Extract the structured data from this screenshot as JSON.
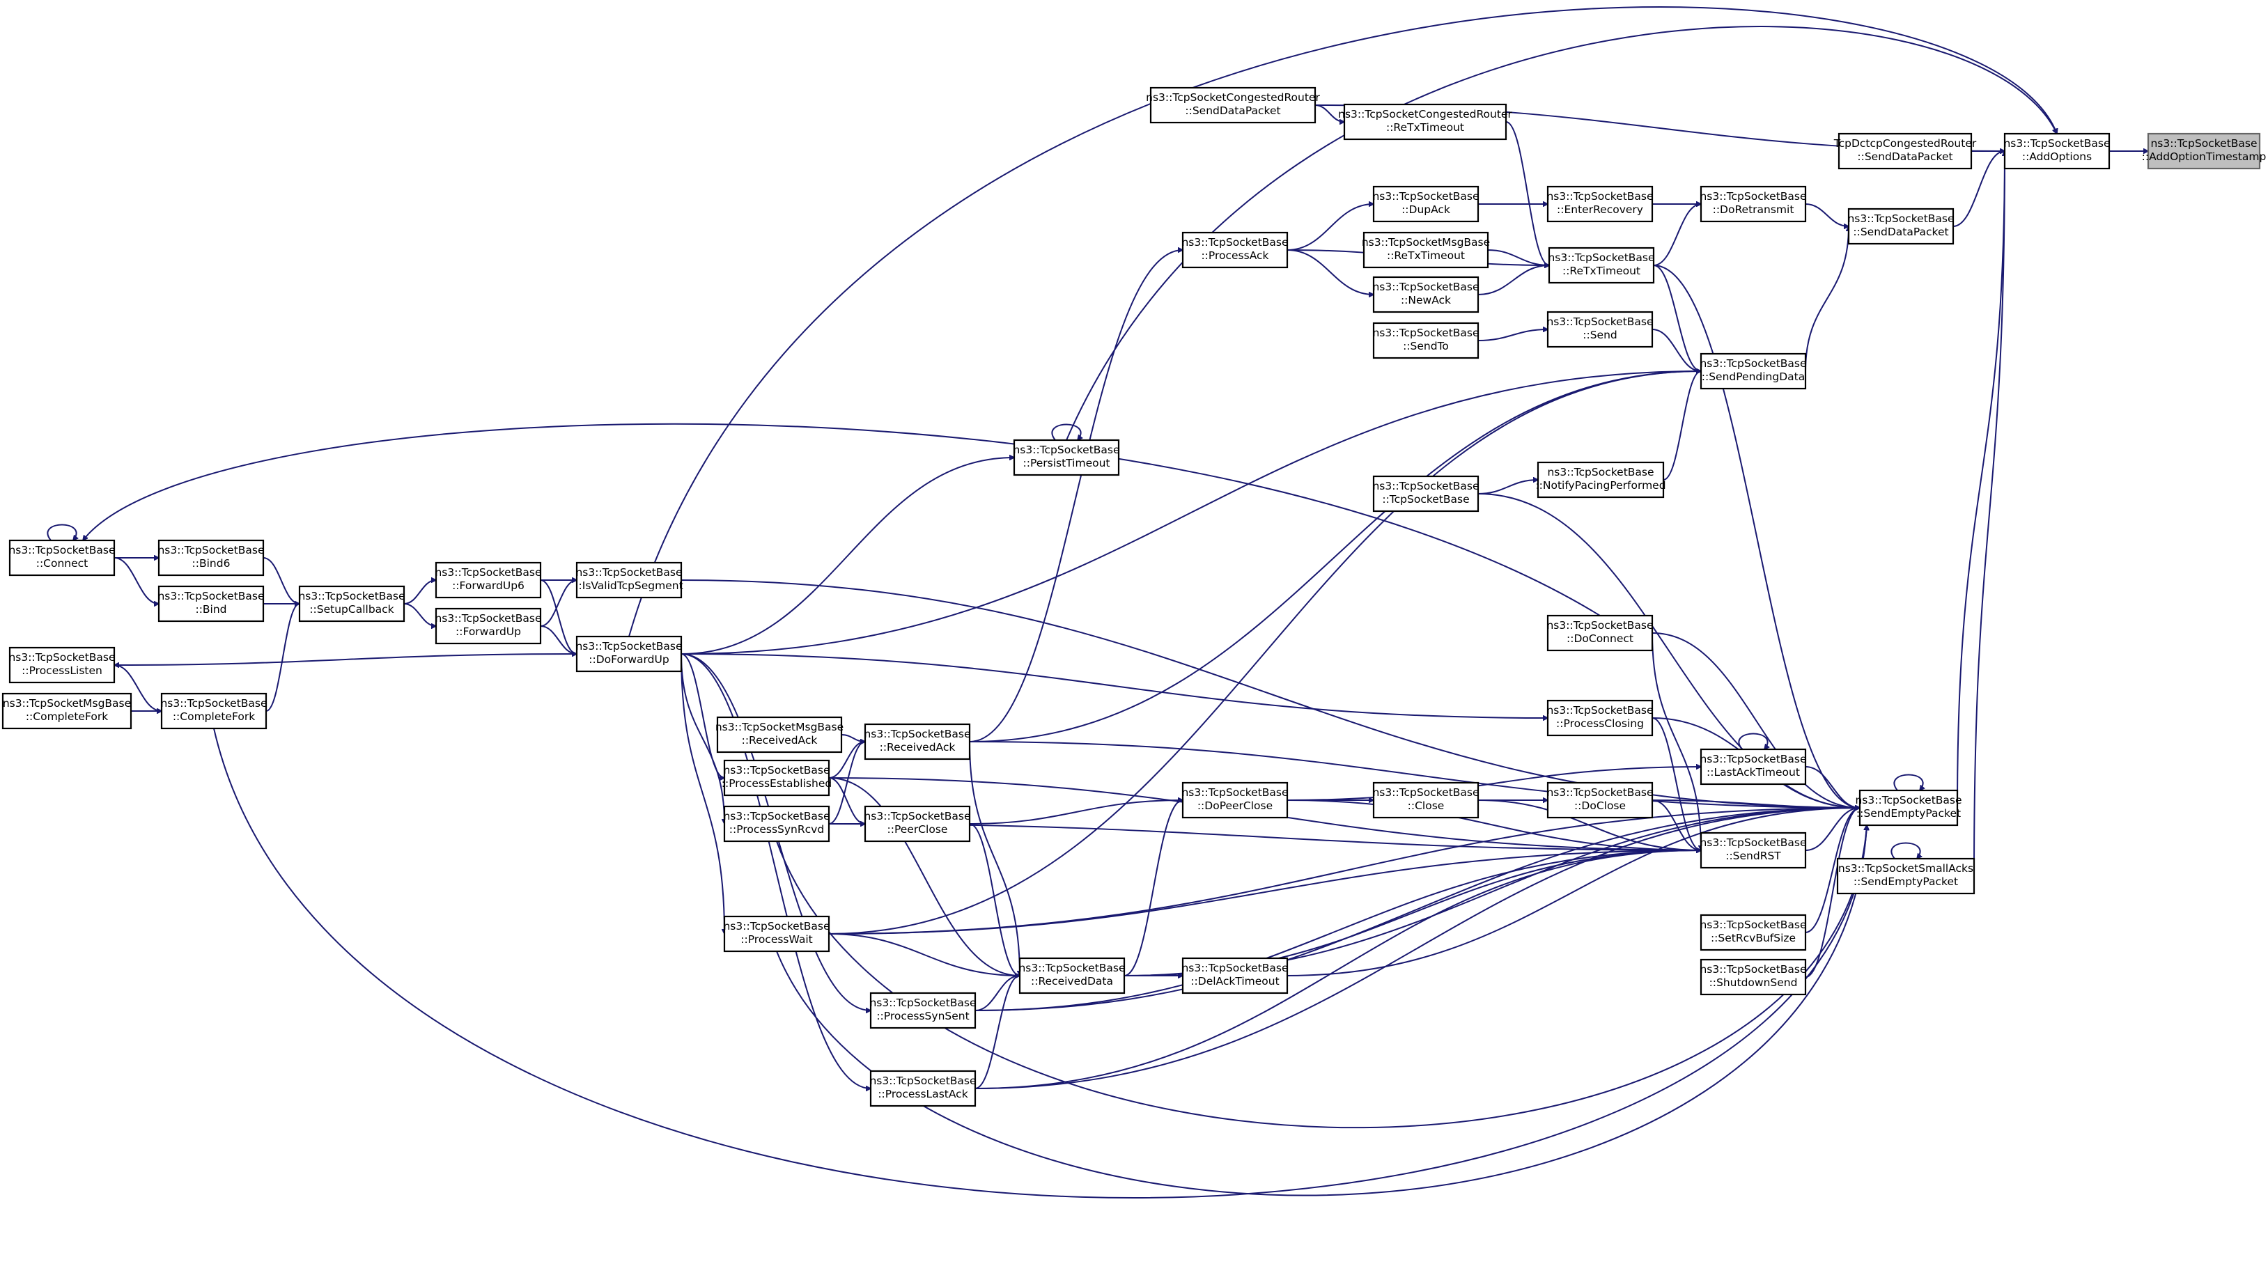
{
  "colors": {
    "edge": "#191970",
    "focus_fill": "#bfbfbf",
    "node_stroke": "#000000"
  },
  "nodes": [
    {
      "id": "tgt",
      "l1": "ns3::TcpSocketBase",
      "l2": "::AddOptionTimestamp"
    },
    {
      "id": "addopt",
      "l1": "ns3::TcpSocketBase",
      "l2": "::AddOptions"
    },
    {
      "id": "dctcp",
      "l1": "TcpDctcpCongestedRouter",
      "l2": "::SendDataPacket"
    },
    {
      "id": "sdp",
      "l1": "ns3::TcpSocketBase",
      "l2": "::SendDataPacket"
    },
    {
      "id": "sep",
      "l1": "ns3::TcpSocketBase",
      "l2": "::SendEmptyPacket"
    },
    {
      "id": "smallacks",
      "l1": "ns3::TcpSocketSmallAcks",
      "l2": "::SendEmptyPacket"
    },
    {
      "id": "cgsdp",
      "l1": "ns3::TcpSocketCongestedRouter",
      "l2": "::SendDataPacket"
    },
    {
      "id": "cgrtx",
      "l1": "ns3::TcpSocketCongestedRouter",
      "l2": "::ReTxTimeout"
    },
    {
      "id": "doretx",
      "l1": "ns3::TcpSocketBase",
      "l2": "::DoRetransmit"
    },
    {
      "id": "enterrec",
      "l1": "ns3::TcpSocketBase",
      "l2": "::EnterRecovery"
    },
    {
      "id": "dupack",
      "l1": "ns3::TcpSocketBase",
      "l2": "::DupAck"
    },
    {
      "id": "procack",
      "l1": "ns3::TcpSocketBase",
      "l2": "::ProcessAck"
    },
    {
      "id": "msgrtx",
      "l1": "ns3::TcpSocketMsgBase",
      "l2": "::ReTxTimeout"
    },
    {
      "id": "rtx",
      "l1": "ns3::TcpSocketBase",
      "l2": "::ReTxTimeout"
    },
    {
      "id": "newack",
      "l1": "ns3::TcpSocketBase",
      "l2": "::NewAck"
    },
    {
      "id": "send",
      "l1": "ns3::TcpSocketBase",
      "l2": "::Send"
    },
    {
      "id": "sendto",
      "l1": "ns3::TcpSocketBase",
      "l2": "::SendTo"
    },
    {
      "id": "spd",
      "l1": "ns3::TcpSocketBase",
      "l2": "::SendPendingData"
    },
    {
      "id": "ptimeout",
      "l1": "ns3::TcpSocketBase",
      "l2": "::PersistTimeout"
    },
    {
      "id": "notify",
      "l1": "ns3::TcpSocketBase",
      "l2": "::NotifyPacingPerformed"
    },
    {
      "id": "ctor",
      "l1": "ns3::TcpSocketBase",
      "l2": "::TcpSocketBase"
    },
    {
      "id": "connect",
      "l1": "ns3::TcpSocketBase",
      "l2": "::Connect"
    },
    {
      "id": "bind6",
      "l1": "ns3::TcpSocketBase",
      "l2": "::Bind6"
    },
    {
      "id": "bind",
      "l1": "ns3::TcpSocketBase",
      "l2": "::Bind"
    },
    {
      "id": "setupcb",
      "l1": "ns3::TcpSocketBase",
      "l2": "::SetupCallback"
    },
    {
      "id": "fwdup6",
      "l1": "ns3::TcpSocketBase",
      "l2": "::ForwardUp6"
    },
    {
      "id": "fwdup",
      "l1": "ns3::TcpSocketBase",
      "l2": "::ForwardUp"
    },
    {
      "id": "isvalid",
      "l1": "ns3::TcpSocketBase",
      "l2": "::IsValidTcpSegment"
    },
    {
      "id": "dofwd",
      "l1": "ns3::TcpSocketBase",
      "l2": "::DoForwardUp"
    },
    {
      "id": "plisten",
      "l1": "ns3::TcpSocketBase",
      "l2": "::ProcessListen"
    },
    {
      "id": "cfork",
      "l1": "ns3::TcpSocketBase",
      "l2": "::CompleteFork"
    },
    {
      "id": "msgcfork",
      "l1": "ns3::TcpSocketMsgBase",
      "l2": "::CompleteFork"
    },
    {
      "id": "doconnect",
      "l1": "ns3::TcpSocketBase",
      "l2": "::DoConnect"
    },
    {
      "id": "pclosing",
      "l1": "ns3::TcpSocketBase",
      "l2": "::ProcessClosing"
    },
    {
      "id": "msgrecvack",
      "l1": "ns3::TcpSocketMsgBase",
      "l2": "::ReceivedAck"
    },
    {
      "id": "recvack",
      "l1": "ns3::TcpSocketBase",
      "l2": "::ReceivedAck"
    },
    {
      "id": "pestab",
      "l1": "ns3::TcpSocketBase",
      "l2": "::ProcessEstablished"
    },
    {
      "id": "psynrcvd",
      "l1": "ns3::TcpSocketBase",
      "l2": "::ProcessSynRcvd"
    },
    {
      "id": "peerclose",
      "l1": "ns3::TcpSocketBase",
      "l2": "::PeerClose"
    },
    {
      "id": "dopeerclose",
      "l1": "ns3::TcpSocketBase",
      "l2": "::DoPeerClose"
    },
    {
      "id": "close",
      "l1": "ns3::TcpSocketBase",
      "l2": "::Close"
    },
    {
      "id": "doclose",
      "l1": "ns3::TcpSocketBase",
      "l2": "::DoClose"
    },
    {
      "id": "lastack",
      "l1": "ns3::TcpSocketBase",
      "l2": "::LastAckTimeout"
    },
    {
      "id": "sendrst",
      "l1": "ns3::TcpSocketBase",
      "l2": "::SendRST"
    },
    {
      "id": "rcvbuf",
      "l1": "ns3::TcpSocketBase",
      "l2": "::SetRcvBufSize"
    },
    {
      "id": "shutdown",
      "l1": "ns3::TcpSocketBase",
      "l2": "::ShutdownSend"
    },
    {
      "id": "pwait",
      "l1": "ns3::TcpSocketBase",
      "l2": "::ProcessWait"
    },
    {
      "id": "recvdata",
      "l1": "ns3::TcpSocketBase",
      "l2": "::ReceivedData"
    },
    {
      "id": "delack",
      "l1": "ns3::TcpSocketBase",
      "l2": "::DelAckTimeout"
    },
    {
      "id": "psynsent",
      "l1": "ns3::TcpSocketBase",
      "l2": "::ProcessSynSent"
    },
    {
      "id": "plastack",
      "l1": "ns3::TcpSocketBase",
      "l2": "::ProcessLastAck"
    }
  ]
}
